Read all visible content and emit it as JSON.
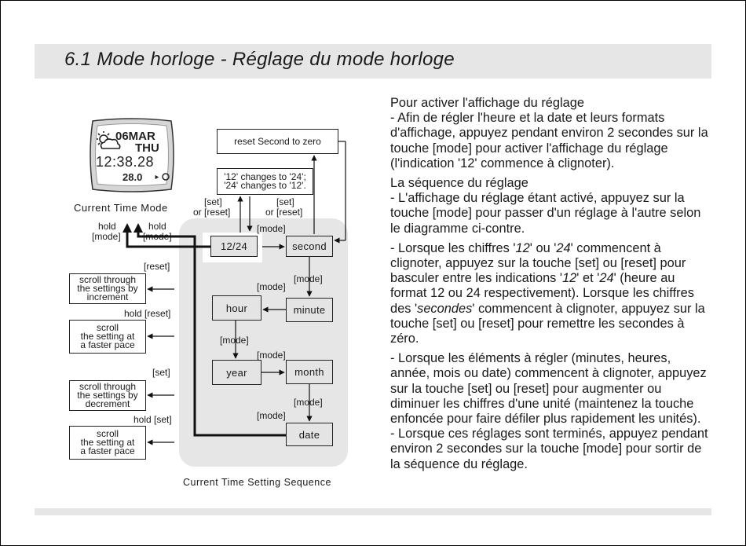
{
  "page": {
    "title": "6.1  Mode horloge - Réglage du mode horloge"
  },
  "watch": {
    "date": "06MAR",
    "day": "THU",
    "time": "12:38.28",
    "temp": "28.0"
  },
  "diagram": {
    "current_time_mode": "Current Time Mode",
    "sequence_caption": "Current Time Setting Sequence",
    "reset_second": "reset Second to zero",
    "changes_line1": "'12' changes to '24';",
    "changes_line2": "'24' changes to '12'.",
    "set": "[set]",
    "or_reset": "or [reset]",
    "hold": "hold",
    "mode": "[mode]",
    "reset": "[reset]",
    "hold_reset": "hold [reset]",
    "hold_set": "hold [set]",
    "steps": {
      "h1224": "12/24",
      "second": "second",
      "hour": "hour",
      "minute": "minute",
      "year": "year",
      "month": "month",
      "date": "date"
    },
    "scroll_inc_1": "scroll through",
    "scroll_inc_2": "the settings by",
    "scroll_inc_3": "increment",
    "scroll_fast_1": "scroll",
    "scroll_fast_2": "the setting at",
    "scroll_fast_3": "a faster pace",
    "scroll_dec_3": "decrement"
  },
  "text": {
    "p1": "Pour activer l'affichage du réglage",
    "p2": "- Afin de régler l'heure et la date et leurs formats d'affichage, appuyez pendant environ 2 secondes sur la touche [mode] pour activer l'affichage du réglage (l'indication '12' commence à clignoter).",
    "p3": "La séquence du réglage",
    "p4": "- L'affichage du réglage étant activé, appuyez sur la touche [mode] pour passer d'un réglage à l'autre selon le diagramme ci-contre.",
    "p5a": "- Lorsque les chiffres '",
    "p5b": "12",
    "p5c": "' ou '",
    "p5d": "24",
    "p5e": "' commencent à clignoter, appuyez sur la touche [set] ou [reset] pour basculer entre les indications '",
    "p5f": "12",
    "p5g": "' et '",
    "p5h": "24",
    "p5i": "' (heure au format 12 ou 24 respectivement). Lorsque les chiffres des '",
    "p5j": "secondes",
    "p5k": "' commencent à clignoter, appuyez sur la touche [set] ou [reset] pour remettre les secondes à zéro.",
    "p6": "- Lorsque les éléments à régler (minutes, heures, année, mois ou date) commencent à clignoter, appuyez sur la touche [set] ou [reset] pour augmenter ou diminuer les chiffres d'une unité (maintenez la touche enfoncée pour faire défiler plus rapidement les unités).",
    "p7": "- Lorsque ces réglages sont terminés, appuyez pendant environ 2 secondes sur la touche [mode] pour sortir de la séquence du réglage."
  }
}
